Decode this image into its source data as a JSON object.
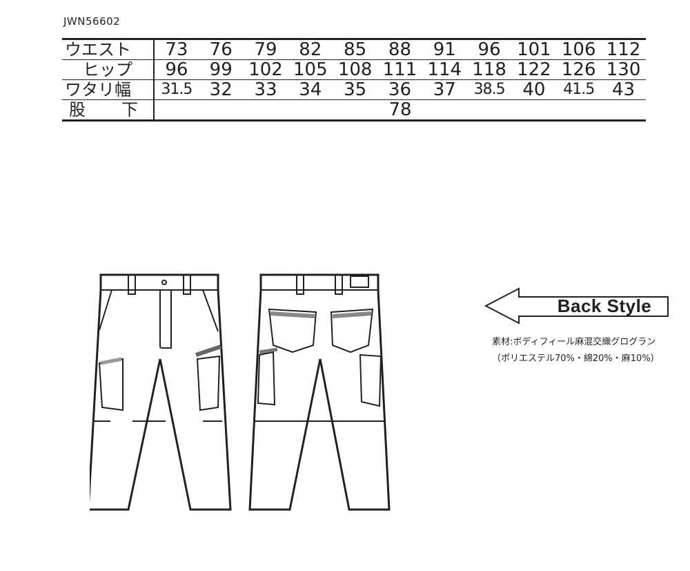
{
  "product_code": "JWN56602",
  "size_table": {
    "rows": [
      {
        "label": "ウエスト",
        "values": [
          "73",
          "76",
          "79",
          "82",
          "85",
          "88",
          "91",
          "96",
          "101",
          "106",
          "112"
        ]
      },
      {
        "label": "ヒップ",
        "values": [
          "96",
          "99",
          "102",
          "105",
          "108",
          "111",
          "114",
          "118",
          "122",
          "126",
          "130"
        ]
      },
      {
        "label": "ワタリ幅",
        "values": [
          "31.5",
          "32",
          "33",
          "34",
          "35",
          "36",
          "37",
          "38.5",
          "40",
          "41.5",
          "43"
        ]
      }
    ],
    "crotch": {
      "label_part1": "股",
      "label_part2": "下",
      "value": "78"
    }
  },
  "back_style_label": "Back Style",
  "material": {
    "line1": "素材:ボディフィール麻混交織グログラン",
    "line2": "（ポリエステル70%・綿20%・麻10%）"
  }
}
